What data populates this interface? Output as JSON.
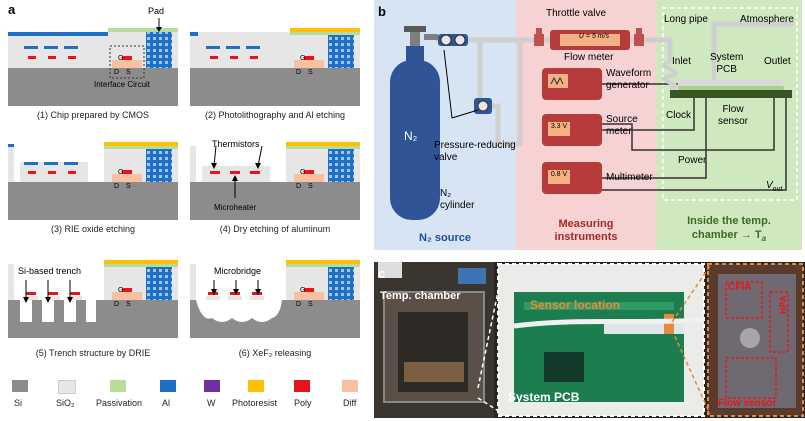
{
  "panel_a": {
    "label": "a",
    "steps": [
      {
        "caption": "(1) Chip prepared by CMOS"
      },
      {
        "caption": "(2) Photolithography and Al etching"
      },
      {
        "caption": "(3) RIE oxide etching"
      },
      {
        "caption": "(4) Dry etching of aluminum"
      },
      {
        "caption": "(5) Trench structure by DRIE"
      },
      {
        "caption": "(6) XeF₂ releasing"
      }
    ],
    "annotations": {
      "pad": "Pad",
      "interface_circuit": "Interface Circuit",
      "thermistors": "Thermistors",
      "microheater": "Microheater",
      "trench": "Si-based trench",
      "microbridge": "Microbridge",
      "g": "G",
      "d": "D",
      "s": "S"
    },
    "legend": [
      {
        "label": "Si",
        "color": "#8c8c8c"
      },
      {
        "label": "SiO₂",
        "color": "#e6e6e6"
      },
      {
        "label": "Passivation",
        "color": "#b7dd9a"
      },
      {
        "label": "Al",
        "color": "#1f6fc4"
      },
      {
        "label": "W",
        "color": "#7030a0"
      },
      {
        "label": "Photoresist",
        "color": "#ffc000"
      },
      {
        "label": "Poly",
        "color": "#e8141c"
      },
      {
        "label": "Diff",
        "color": "#f7c0a0"
      }
    ]
  },
  "panel_b": {
    "label": "b",
    "n2_source": {
      "title": "N₂ source",
      "cylinder_text": "N₂",
      "cylinder_label_1": "N₂",
      "cylinder_label_2": "cylinder",
      "valve_1": "Pressure-reducing",
      "valve_2": "valve"
    },
    "instruments": {
      "title_1": "Measuring",
      "title_2": "instruments",
      "throttle_valve": "Throttle valve",
      "flow_meter": "Flow meter",
      "flow_meter_display": "U = 5 m/s",
      "waveform_1": "Waveform",
      "waveform_2": "generator",
      "source_meter_1": "Source",
      "source_meter_2": "meter",
      "source_meter_display": "3.3 V",
      "multimeter": "Multimeter",
      "multimeter_display": "0.8 V"
    },
    "chamber": {
      "title_1": "Inside the temp.",
      "title_2": "chamber → T",
      "title_sub": "a",
      "long_pipe": "Long pipe",
      "atmosphere": "Atmosphere",
      "inlet": "Inlet",
      "outlet": "Outlet",
      "system_pcb_1": "System",
      "system_pcb_2": "PCB",
      "clock": "Clock",
      "flow_sensor_1": "Flow",
      "flow_sensor_2": "sensor",
      "power": "Power",
      "vout": "V",
      "vout_sub": "out"
    },
    "colors": {
      "source_bg": "#d6e4f4",
      "instruments_bg": "#f6d2d2",
      "chamber_bg": "#cfe8bf",
      "cylinder": "#2f5597",
      "instrument": "#b83b3b"
    }
  },
  "panel_c": {
    "label": "c",
    "temp_chamber": "Temp. chamber",
    "sensor_location": "Sensor location",
    "system_pcb": "System PCB",
    "cfia": "CFIA",
    "hpa": "HPA",
    "flow_sensor": "Flow sensor"
  }
}
